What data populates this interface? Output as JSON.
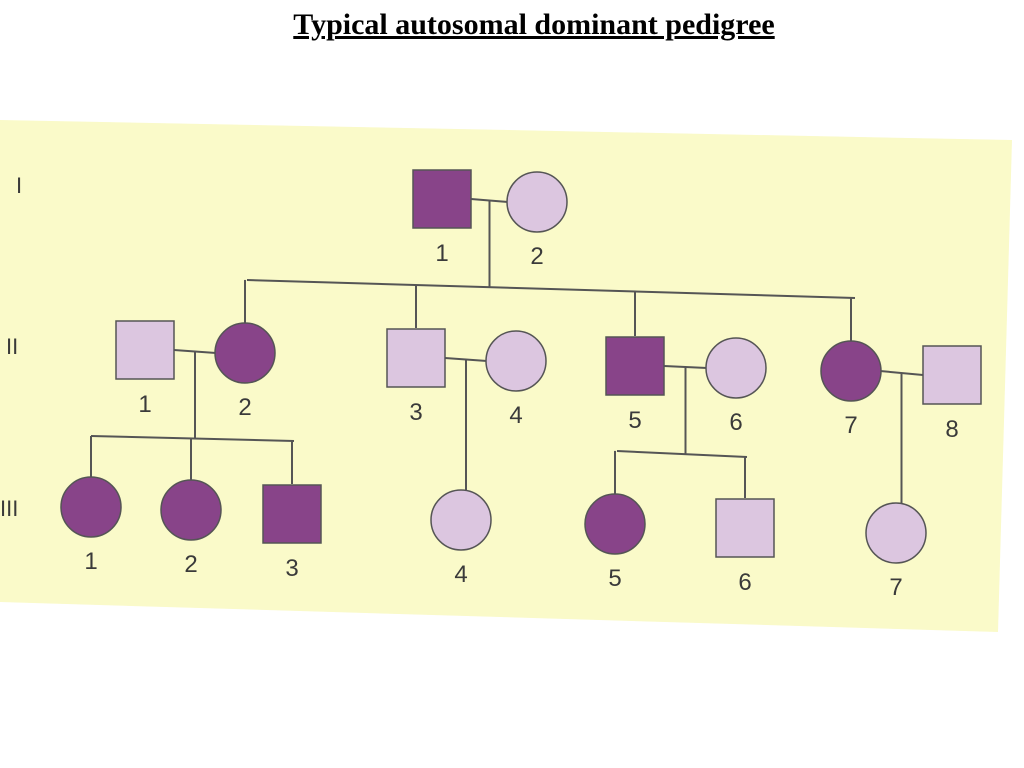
{
  "title": "Typical autosomal dominant pedigree",
  "colors": {
    "affected": "#884489",
    "unaffected": "#dcc6e0",
    "background": "#fafac9"
  },
  "generations": [
    {
      "id": "I",
      "label": "I"
    },
    {
      "id": "II",
      "label": "II"
    },
    {
      "id": "III",
      "label": "III"
    }
  ],
  "members": [
    {
      "id": "I-1",
      "gen": "I",
      "num": "1",
      "sex": "male",
      "affected": true
    },
    {
      "id": "I-2",
      "gen": "I",
      "num": "2",
      "sex": "female",
      "affected": false
    },
    {
      "id": "II-1",
      "gen": "II",
      "num": "1",
      "sex": "male",
      "affected": false
    },
    {
      "id": "II-2",
      "gen": "II",
      "num": "2",
      "sex": "female",
      "affected": true
    },
    {
      "id": "II-3",
      "gen": "II",
      "num": "3",
      "sex": "male",
      "affected": false
    },
    {
      "id": "II-4",
      "gen": "II",
      "num": "4",
      "sex": "female",
      "affected": false
    },
    {
      "id": "II-5",
      "gen": "II",
      "num": "5",
      "sex": "male",
      "affected": true
    },
    {
      "id": "II-6",
      "gen": "II",
      "num": "6",
      "sex": "female",
      "affected": false
    },
    {
      "id": "II-7",
      "gen": "II",
      "num": "7",
      "sex": "female",
      "affected": true
    },
    {
      "id": "II-8",
      "gen": "II",
      "num": "8",
      "sex": "male",
      "affected": false
    },
    {
      "id": "III-1",
      "gen": "III",
      "num": "1",
      "sex": "female",
      "affected": true
    },
    {
      "id": "III-2",
      "gen": "III",
      "num": "2",
      "sex": "female",
      "affected": true
    },
    {
      "id": "III-3",
      "gen": "III",
      "num": "3",
      "sex": "male",
      "affected": true
    },
    {
      "id": "III-4",
      "gen": "III",
      "num": "4",
      "sex": "female",
      "affected": false
    },
    {
      "id": "III-5",
      "gen": "III",
      "num": "5",
      "sex": "female",
      "affected": true
    },
    {
      "id": "III-6",
      "gen": "III",
      "num": "6",
      "sex": "male",
      "affected": false
    },
    {
      "id": "III-7",
      "gen": "III",
      "num": "7",
      "sex": "female",
      "affected": false
    }
  ],
  "matings": [
    {
      "id": "m-I1-I2",
      "partners": [
        "I-1",
        "I-2"
      ],
      "children": [
        "II-2",
        "II-3",
        "II-5",
        "II-7"
      ]
    },
    {
      "id": "m-II1-II2",
      "partners": [
        "II-1",
        "II-2"
      ],
      "children": [
        "III-1",
        "III-2",
        "III-3"
      ]
    },
    {
      "id": "m-II3-II4",
      "partners": [
        "II-3",
        "II-4"
      ],
      "children": [
        "III-4"
      ]
    },
    {
      "id": "m-II5-II6",
      "partners": [
        "II-5",
        "II-6"
      ],
      "children": [
        "III-5",
        "III-6"
      ]
    },
    {
      "id": "m-II7-II8",
      "partners": [
        "II-7",
        "II-8"
      ],
      "children": [
        "III-7"
      ]
    }
  ]
}
